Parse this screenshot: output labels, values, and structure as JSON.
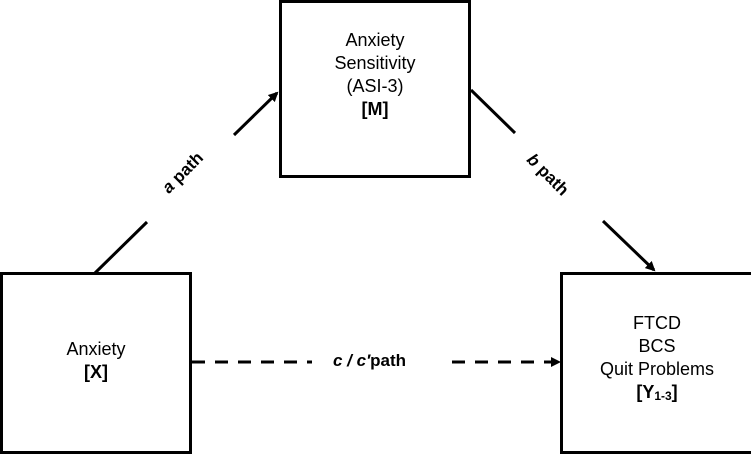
{
  "nodes": {
    "mediator": {
      "lines": [
        "Anxiety",
        "Sensitivity",
        "(ASI-3)"
      ],
      "tag": "[M]"
    },
    "predictor": {
      "lines": [
        "Anxiety"
      ],
      "tag": "[X]"
    },
    "outcome": {
      "lines": [
        "FTCD",
        "BCS",
        "Quit Problems"
      ],
      "tag_main": "[Y",
      "tag_sub": "1-3",
      "tag_close": "]"
    }
  },
  "paths": {
    "a": {
      "letter": "a",
      "word": " path"
    },
    "b": {
      "letter": "b",
      "word": " path"
    },
    "c": {
      "letter": "c / c′",
      "word": "path"
    }
  },
  "colors": {
    "stroke": "#000000",
    "background": "#ffffff"
  }
}
